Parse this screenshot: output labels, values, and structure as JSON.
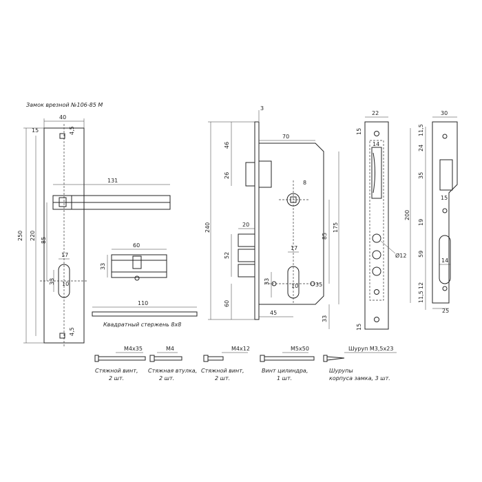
{
  "title": "Замок врезной №106-85 M",
  "handle_plate": {
    "d40": "40",
    "d15": "15",
    "d4_5_top": "4,5",
    "d131": "131",
    "d250": "250",
    "d220": "220",
    "d85": "85",
    "d17": "17",
    "d33": "33",
    "d10": "10",
    "d4_5_bottom": "4,5"
  },
  "cylinder": {
    "d60": "60",
    "d33": "33"
  },
  "spindle": {
    "d110": "110",
    "caption": "Квадратный стержень 8х8"
  },
  "lock_body": {
    "d3": "3",
    "d70": "70",
    "d46": "46",
    "d26": "26",
    "d8": "8",
    "d240": "240",
    "d175": "175",
    "d20": "20",
    "d52": "52",
    "d17": "17",
    "d85": "85",
    "d33": "33",
    "d10": "10",
    "d35": "35",
    "d60": "60",
    "d45": "45",
    "d33_bottom": "33"
  },
  "faceplate": {
    "d22": "22",
    "d15_top": "15",
    "d14": "14",
    "d12": "Ø12",
    "d15_bottom": "15"
  },
  "strike": {
    "d30": "30",
    "d11_5_top": "11,5",
    "d24": "24",
    "d35": "35",
    "d15": "15",
    "d200": "200",
    "d19": "19",
    "d59": "59",
    "d14": "14",
    "d12": "12",
    "d11_5_bottom": "11,5",
    "d25": "25"
  },
  "parts": [
    {
      "code": "M4x35",
      "label": "Стяжной винт,",
      "qty": "2 шт."
    },
    {
      "code": "M4",
      "label": "Стяжная втулка,",
      "qty": "2 шт."
    },
    {
      "code": "M4x12",
      "label": "Стяжной винт,",
      "qty": "2 шт."
    },
    {
      "code": "M5x50",
      "label": "Винт цилиндра,",
      "qty": "1 шт."
    },
    {
      "code": "Шуруп М3,5х23",
      "label": "Шурупы",
      "qty": "корпуса замка, 3 шт."
    }
  ]
}
